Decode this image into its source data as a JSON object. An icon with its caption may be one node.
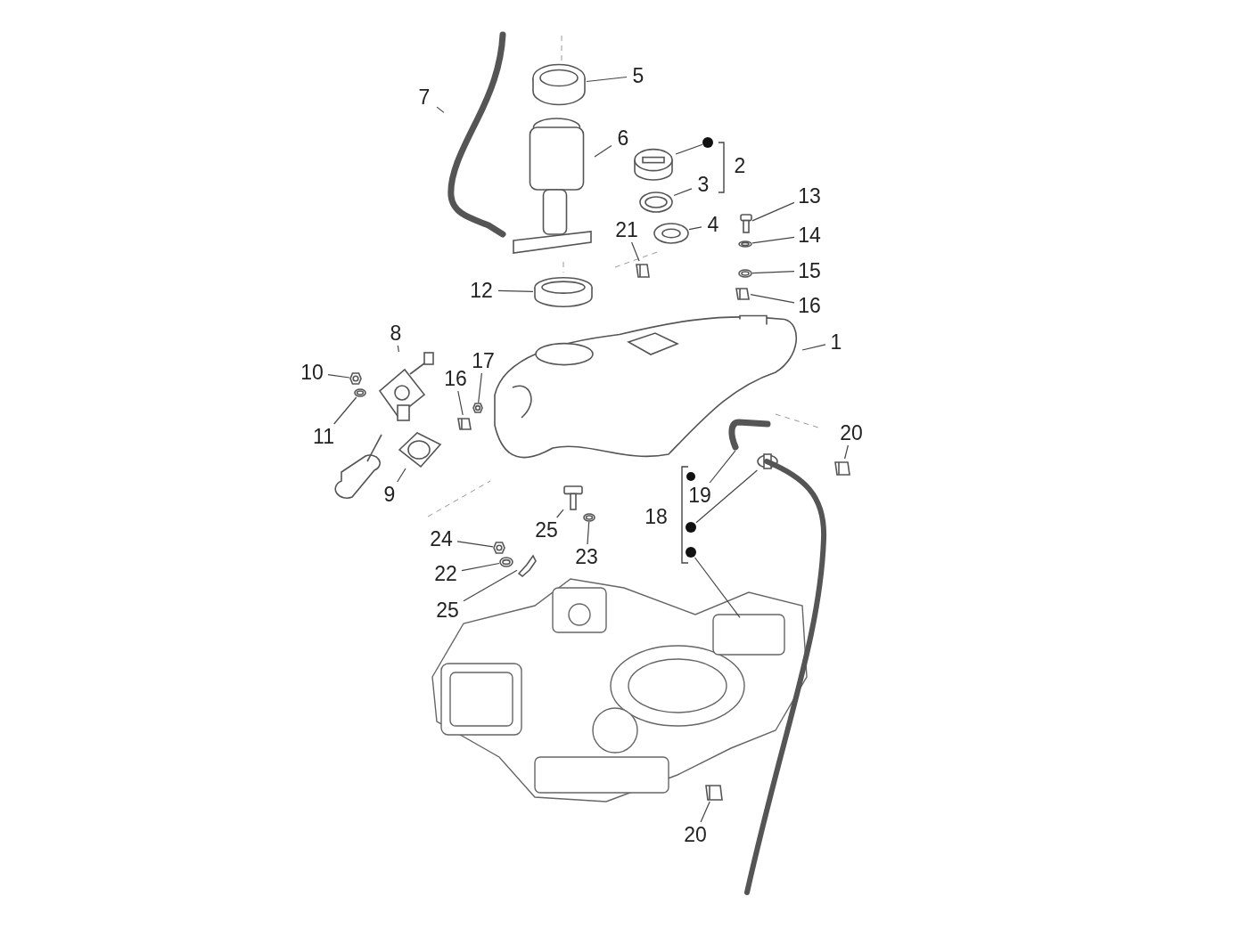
{
  "diagram": {
    "nodes": [
      {
        "text": [
          "7"
        ]
      },
      {
        "text": [],
        "shape": "picture"
      },
      {
        "text": [
          "5"
        ]
      },
      {
        "text": [],
        "shape": "picture"
      },
      {
        "text": [
          "6"
        ]
      },
      {
        "text": [],
        "shape": "picture"
      },
      {
        "text": [],
        "shape": "circle"
      },
      {
        "text": [],
        "shape": "picture"
      },
      {
        "text": [
          "3"
        ]
      },
      {
        "text": [],
        "shape": "picture"
      },
      {
        "text": [
          "4"
        ]
      },
      {
        "text": [],
        "shape": "picture"
      },
      {
        "text": [
          "21"
        ]
      },
      {
        "text": [],
        "shape": "picture"
      },
      {
        "text": [
          "13"
        ]
      },
      {
        "text": [],
        "shape": "picture"
      },
      {
        "text": [
          "14"
        ]
      },
      {
        "text": [],
        "shape": "picture"
      },
      {
        "text": [
          "15"
        ]
      },
      {
        "text": [],
        "shape": "picture"
      },
      {
        "text": [
          "16"
        ]
      },
      {
        "text": [],
        "shape": "picture"
      },
      {
        "text": [
          "12"
        ]
      },
      {
        "text": [],
        "shape": "picture"
      },
      {
        "text": [
          "1"
        ]
      },
      {
        "text": [],
        "shape": "picture"
      },
      {
        "text": [
          "8"
        ]
      },
      {
        "text": [],
        "shape": "picture"
      },
      {
        "text": [
          "10"
        ]
      },
      {
        "text": [],
        "shape": "picture"
      },
      {
        "text": [
          "11"
        ]
      },
      {
        "text": [],
        "shape": "picture"
      },
      {
        "text": [
          "17"
        ]
      },
      {
        "text": [],
        "shape": "picture"
      },
      {
        "text": [
          "16"
        ]
      },
      {
        "text": [],
        "shape": "picture"
      },
      {
        "text": [
          "9"
        ]
      },
      {
        "text": [],
        "shape": "picture"
      },
      {
        "text": [
          "25"
        ]
      },
      {
        "text": [],
        "shape": "picture"
      },
      {
        "text": [
          "23"
        ]
      },
      {
        "text": [],
        "shape": "picture"
      },
      {
        "text": [
          "24"
        ]
      },
      {
        "text": [],
        "shape": "picture"
      },
      {
        "text": [
          "22"
        ]
      },
      {
        "text": [],
        "shape": "picture"
      },
      {
        "text": [
          "25"
        ]
      },
      {
        "text": [],
        "shape": "picture"
      },
      {
        "text": [
          "20"
        ]
      },
      {
        "text": [],
        "shape": "picture"
      },
      {
        "text": [
          "19"
        ]
      },
      {
        "text": [],
        "shape": "picture"
      },
      {
        "text": [],
        "shape": "circle"
      },
      {
        "text": [],
        "shape": "picture"
      },
      {
        "text": [],
        "shape": "circle"
      },
      {
        "text": [],
        "shape": "picture"
      },
      {
        "text": [
          "20"
        ]
      },
      {
        "text": [],
        "shape": "picture"
      }
    ],
    "edges": [
      {
        "from": 0,
        "to": 1,
        "arrow": "none"
      },
      {
        "from": 2,
        "to": 3,
        "arrow": "none"
      },
      {
        "from": 4,
        "to": 5,
        "arrow": "none"
      },
      {
        "from": 6,
        "to": 7,
        "arrow": "none"
      },
      {
        "from": 8,
        "to": 9,
        "arrow": "none"
      },
      {
        "from": 10,
        "to": 11,
        "arrow": "none"
      },
      {
        "from": 12,
        "to": 13,
        "arrow": "none"
      },
      {
        "from": 14,
        "to": 15,
        "arrow": "none"
      },
      {
        "from": 16,
        "to": 17,
        "arrow": "none"
      },
      {
        "from": 18,
        "to": 19,
        "arrow": "none"
      },
      {
        "from": 20,
        "to": 21,
        "arrow": "none"
      },
      {
        "from": 22,
        "to": 23,
        "arrow": "none"
      },
      {
        "from": 24,
        "to": 25,
        "arrow": "none"
      },
      {
        "from": 26,
        "to": 27,
        "arrow": "none"
      },
      {
        "from": 28,
        "to": 29,
        "arrow": "none"
      },
      {
        "from": 30,
        "to": 31,
        "arrow": "none"
      },
      {
        "from": 32,
        "to": 33,
        "arrow": "none"
      },
      {
        "from": 34,
        "to": 35,
        "arrow": "none"
      },
      {
        "from": 36,
        "to": 37,
        "arrow": "none"
      },
      {
        "from": 38,
        "to": 39,
        "arrow": "none"
      },
      {
        "from": 40,
        "to": 41,
        "arrow": "none"
      },
      {
        "from": 42,
        "to": 43,
        "arrow": "none"
      },
      {
        "from": 44,
        "to": 45,
        "arrow": "none"
      },
      {
        "from": 46,
        "to": 47,
        "arrow": "none"
      },
      {
        "from": 48,
        "to": 49,
        "arrow": "none"
      },
      {
        "from": 50,
        "to": 51,
        "arrow": "none"
      },
      {
        "from": 52,
        "to": 53,
        "arrow": "none"
      },
      {
        "from": 54,
        "to": 55,
        "arrow": "none"
      },
      {
        "from": 56,
        "to": 57,
        "arrow": "none"
      }
    ],
    "labels": [
      "2",
      "18"
    ]
  }
}
